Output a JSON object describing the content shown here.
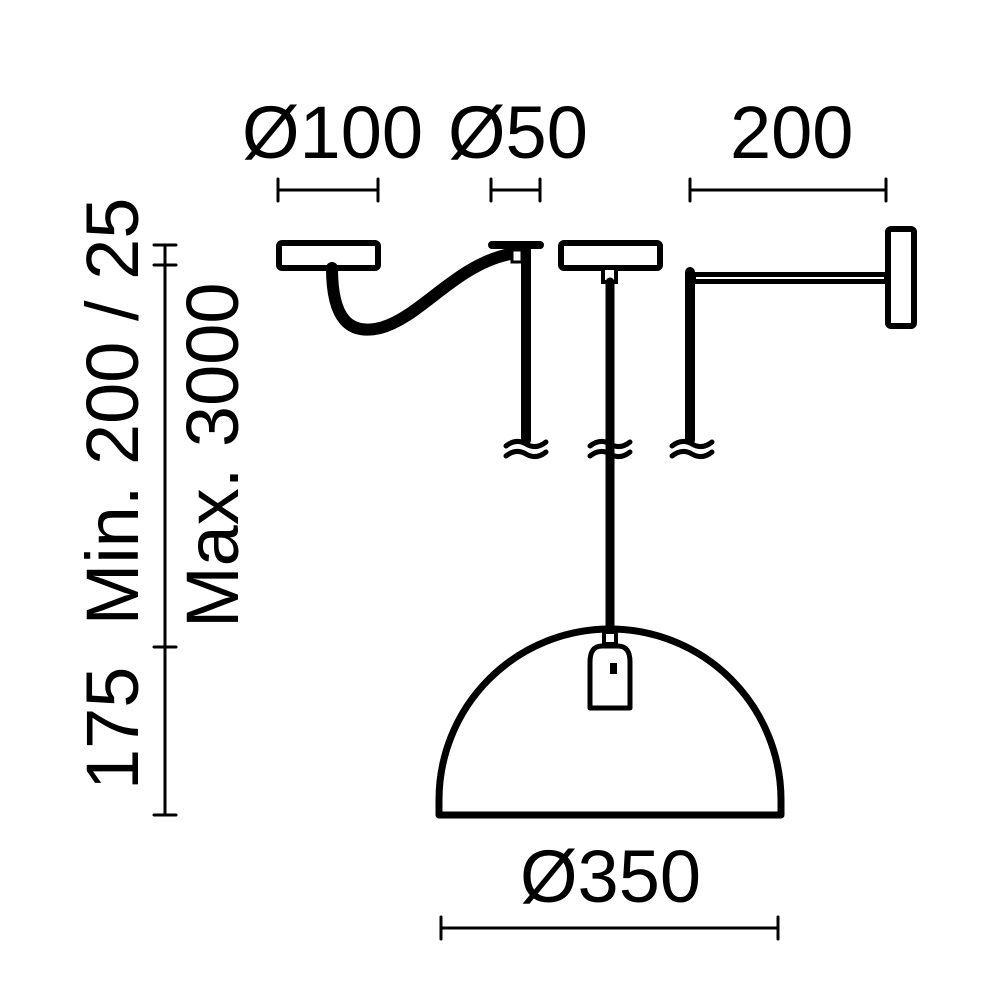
{
  "colors": {
    "line": "#000000",
    "background": "#ffffff"
  },
  "dimensions": {
    "canopy_diameter": "Ø100",
    "rod_mount_diameter": "Ø50",
    "wall_arm_length": "200",
    "shade_diameter": "Ø350",
    "vertical_left": "175  Min. 200 / 25",
    "vertical_right": "Max. 3000"
  },
  "components": [
    {
      "name": "ceiling-canopy-with-swan-neck",
      "label": "Ø100"
    },
    {
      "name": "rod-mount",
      "label": "Ø50"
    },
    {
      "name": "ceiling-canopy-with-cable",
      "label": ""
    },
    {
      "name": "wall-arm-mount",
      "label": "200"
    },
    {
      "name": "dome-shade",
      "label": "Ø350"
    }
  ]
}
